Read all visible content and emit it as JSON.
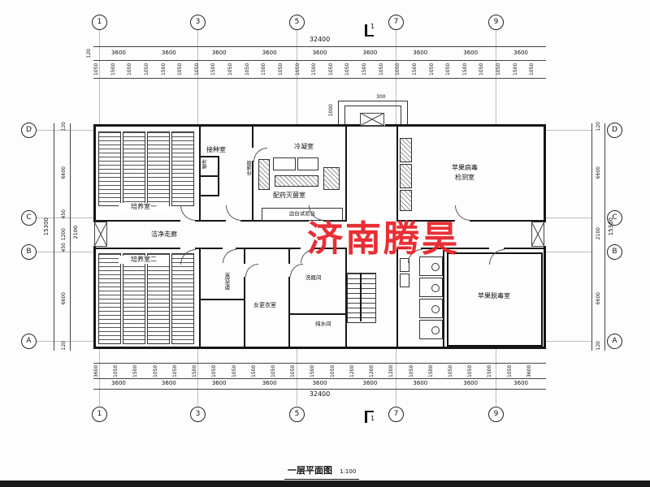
{
  "sheet": {
    "name": "一层平面图",
    "scale": "1:100"
  },
  "watermark": "济南腾昊",
  "grid": {
    "top": [
      "1",
      "3",
      "5",
      "7",
      "9"
    ],
    "bottom": [
      "1",
      "3",
      "5",
      "7",
      "9"
    ],
    "left": [
      "D",
      "C",
      "B",
      "A"
    ],
    "right": [
      "D",
      "C",
      "B",
      "A"
    ],
    "section": "1"
  },
  "dims": {
    "top_total": "32400",
    "edge": "120",
    "top_bays": [
      "3600",
      "3600",
      "3600",
      "3600",
      "3600",
      "3600",
      "3600",
      "3600",
      "3600"
    ],
    "top_sub": [
      "1050",
      "1500",
      "1050",
      "1050",
      "1500",
      "1050",
      "1050",
      "1500",
      "1050",
      "1050",
      "1500",
      "1050",
      "1050",
      "1500",
      "1050",
      "1050",
      "1500",
      "1050",
      "1050",
      "1500",
      "1050",
      "1050",
      "1500",
      "1050",
      "1050",
      "1500",
      "1050"
    ],
    "bottom_sub": [
      "3600",
      "1050",
      "1500",
      "1050",
      "1050",
      "1500",
      "1050",
      "1050",
      "1500",
      "1050",
      "1050",
      "1500",
      "1050",
      "1200",
      "1200",
      "1200",
      "1050",
      "1500",
      "1050",
      "1050",
      "1500",
      "1050",
      "3600"
    ],
    "bottom_bays": [
      "3600",
      "3600",
      "3600",
      "3600",
      "3600",
      "3600",
      "3600",
      "3600",
      "3600"
    ],
    "bottom_total": "32400",
    "left_total": "15300",
    "left_col": [
      "120",
      "6600",
      "450",
      "1200",
      "450",
      "6600",
      "120"
    ],
    "left_major": "2100",
    "right_col": [
      "120",
      "6600",
      "2100",
      "6600",
      "120"
    ],
    "right_total": "15300",
    "porch_depth": "1000",
    "porch_step": "300"
  },
  "rooms": {
    "peiyang1": "培养室一",
    "peiyang2": "培养室二",
    "jiezhong": "接种室",
    "lengning": "冷凝室",
    "peiyao": "配药灭菌室",
    "bingdu1": "苹果病毒",
    "bingdu2": "检测室",
    "corridor": "洁净走廊",
    "gengyi": "更衣室",
    "nvgengyi": "女更衣室",
    "xiping": "洗瓶间",
    "chunshui": "纯水间",
    "tuodu": "苹果脱毒室",
    "biantai": "边台试验台",
    "chuandi": "传递窗",
    "huanchong": "缓冲"
  }
}
